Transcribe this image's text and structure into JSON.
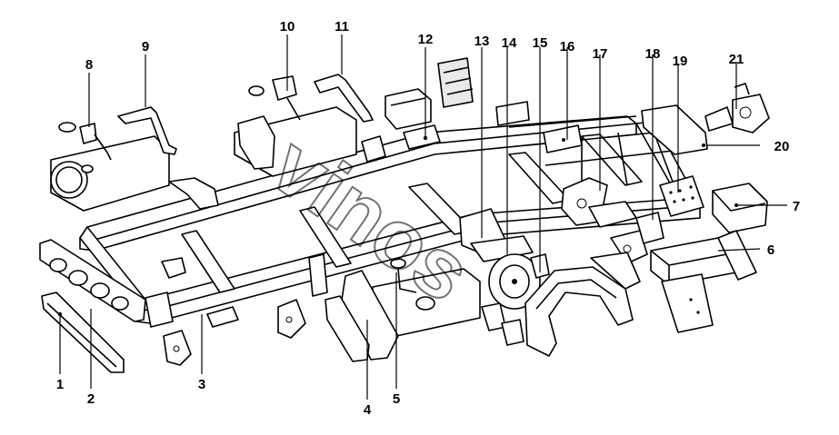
{
  "watermark": "vinos",
  "callouts": [
    {
      "id": "1",
      "label": "1"
    },
    {
      "id": "2",
      "label": "2"
    },
    {
      "id": "3",
      "label": "3"
    },
    {
      "id": "4",
      "label": "4"
    },
    {
      "id": "5",
      "label": "5"
    },
    {
      "id": "6",
      "label": "6"
    },
    {
      "id": "7",
      "label": "7"
    },
    {
      "id": "8",
      "label": "8"
    },
    {
      "id": "9",
      "label": "9"
    },
    {
      "id": "10",
      "label": "10"
    },
    {
      "id": "11",
      "label": "11"
    },
    {
      "id": "12",
      "label": "12"
    },
    {
      "id": "13",
      "label": "13"
    },
    {
      "id": "14",
      "label": "14"
    },
    {
      "id": "15",
      "label": "15"
    },
    {
      "id": "16",
      "label": "16"
    },
    {
      "id": "17",
      "label": "17"
    },
    {
      "id": "18",
      "label": "18"
    },
    {
      "id": "19",
      "label": "19"
    },
    {
      "id": "20",
      "label": "20"
    },
    {
      "id": "21",
      "label": "21"
    }
  ]
}
